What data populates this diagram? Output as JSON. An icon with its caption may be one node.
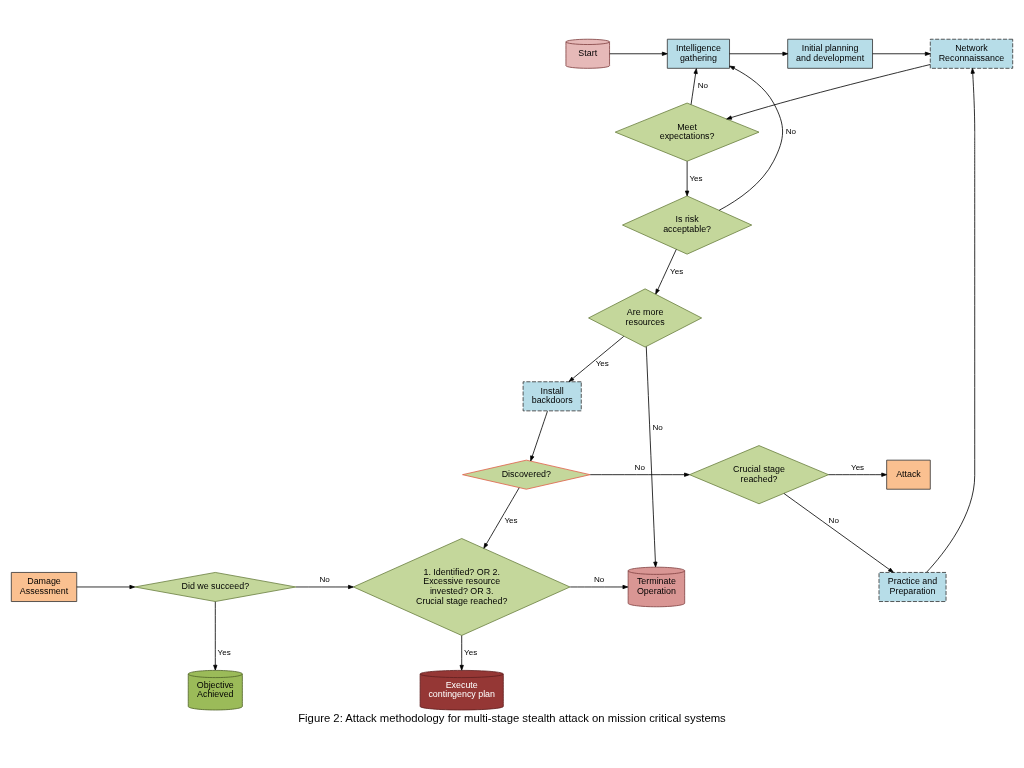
{
  "diagram": {
    "caption": "Figure 2: Attack methodology for multi-stage stealth attack on mission critical systems",
    "nodes": [
      {
        "text": [
          "Start"
        ]
      },
      {
        "text": [
          "Intelligence gathering"
        ]
      },
      {
        "text": [
          "Initial planning and development"
        ]
      },
      {
        "text": [
          "Network Reconnaissance"
        ]
      },
      {
        "text": [
          "Meet expectations?"
        ]
      },
      {
        "text": [
          "Is risk acceptable?"
        ]
      },
      {
        "text": [
          "Are more resources"
        ]
      },
      {
        "text": [
          "Install backdoors"
        ]
      },
      {
        "text": [
          "Discovered?"
        ]
      },
      {
        "text": [
          "Crucial stage reached?"
        ]
      },
      {
        "text": [
          "Practice and Preparation"
        ]
      },
      {
        "text": [
          "Attack"
        ]
      },
      {
        "text": [
          "1. Identified? OR 2. Excessive resource invested? OR 3. Crucial stage reached?"
        ]
      },
      {
        "text": [
          "Terminate Operation"
        ]
      },
      {
        "text": [
          "Did we succeed?"
        ]
      },
      {
        "text": [
          "Damage Assessment"
        ]
      },
      {
        "text": [
          "Execute contingency plan"
        ]
      },
      {
        "text": [
          "Objective Achieved"
        ]
      }
    ],
    "edges": [
      {
        "from": 0,
        "to": 1,
        "arrow": "to"
      },
      {
        "from": 1,
        "to": 2,
        "arrow": "to"
      },
      {
        "from": 2,
        "to": 3,
        "arrow": "to"
      },
      {
        "from": 3,
        "to": 4,
        "arrow": "to"
      },
      {
        "from": 4,
        "to": 1,
        "arrow": "to",
        "label": "No"
      },
      {
        "from": 4,
        "to": 5,
        "arrow": "to",
        "label": "Yes"
      },
      {
        "from": 5,
        "to": 1,
        "arrow": "to",
        "label": "No"
      },
      {
        "from": 5,
        "to": 6,
        "arrow": "to",
        "label": "Yes"
      },
      {
        "from": 6,
        "to": 13,
        "arrow": "to",
        "label": "No"
      },
      {
        "from": 6,
        "to": 7,
        "arrow": "to",
        "label": "Yes"
      },
      {
        "from": 7,
        "to": 8,
        "arrow": "to"
      },
      {
        "from": 8,
        "to": 9,
        "arrow": "to",
        "label": "No"
      },
      {
        "from": 8,
        "to": 12,
        "arrow": "to",
        "label": "Yes"
      },
      {
        "from": 9,
        "to": 10,
        "arrow": "to",
        "label": "No"
      },
      {
        "from": 10,
        "to": 3,
        "arrow": "to"
      },
      {
        "from": 9,
        "to": 11,
        "arrow": "to",
        "label": "Yes"
      },
      {
        "from": 12,
        "to": 13,
        "arrow": "to",
        "label": "No"
      },
      {
        "from": 12,
        "to": 16,
        "arrow": "to",
        "label": "Yes"
      },
      {
        "from": 15,
        "to": 14,
        "arrow": "to"
      },
      {
        "from": 14,
        "to": 12,
        "arrow": "to",
        "label": "No"
      },
      {
        "from": 14,
        "to": 17,
        "arrow": "to",
        "label": "Yes"
      }
    ]
  }
}
